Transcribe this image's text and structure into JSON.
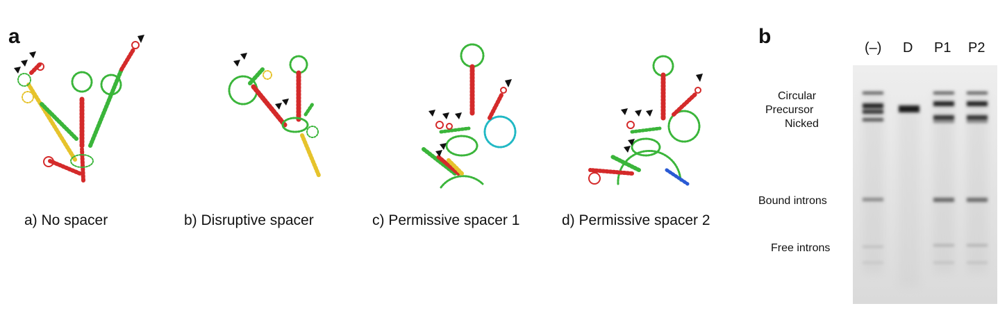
{
  "panel_a": {
    "letter": "a",
    "captions": [
      "a) No spacer",
      "b) Disruptive spacer",
      "c) Permissive spacer 1",
      "d) Permissive spacer 2"
    ]
  },
  "panel_b": {
    "letter": "b",
    "lanes": [
      "(–)",
      "D",
      "P1",
      "P2"
    ],
    "band_labels": {
      "circular": "Circular",
      "precursor": "Precursor",
      "nicked": "Nicked",
      "bound": "Bound introns",
      "free": "Free introns"
    }
  },
  "colors": {
    "high": "#d42a2a",
    "mid": "#e6c32c",
    "low": "#3ab53a",
    "vlow": "#20b8c4",
    "lowest": "#2a5ad4"
  }
}
